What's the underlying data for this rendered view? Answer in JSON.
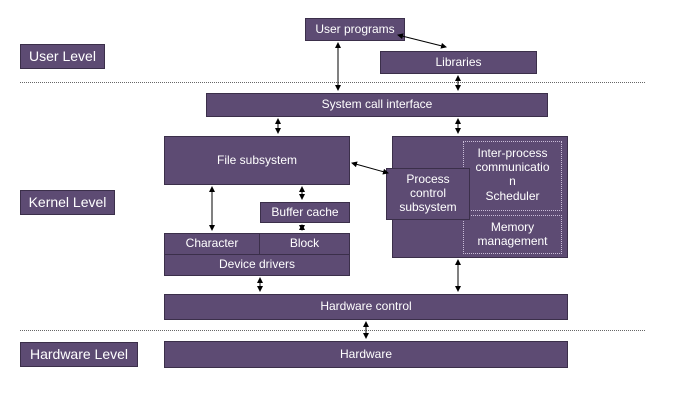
{
  "levels": {
    "user": "User Level",
    "kernel": "Kernel Level",
    "hardware": "Hardware Level"
  },
  "boxes": {
    "user_programs": "User programs",
    "libraries": "Libraries",
    "system_call_interface": "System call interface",
    "file_subsystem": "File subsystem",
    "buffer_cache": "Buffer cache",
    "character": "Character",
    "block": "Block",
    "device_drivers": "Device drivers",
    "process_control_line1": "Process",
    "process_control_line2": "control",
    "process_control_line3": "subsystem",
    "ipc_line1": "Inter-process",
    "ipc_line2": "communicatio",
    "ipc_line3": "n",
    "scheduler": "Scheduler",
    "memory_line1": "Memory",
    "memory_line2": "management",
    "hardware_control": "Hardware control",
    "hardware": "Hardware"
  },
  "colors": {
    "box_fill": "#5d4b73",
    "box_border": "#3b2f4a",
    "text": "#ffffff",
    "arrow": "#000000",
    "separator": "#666666"
  }
}
